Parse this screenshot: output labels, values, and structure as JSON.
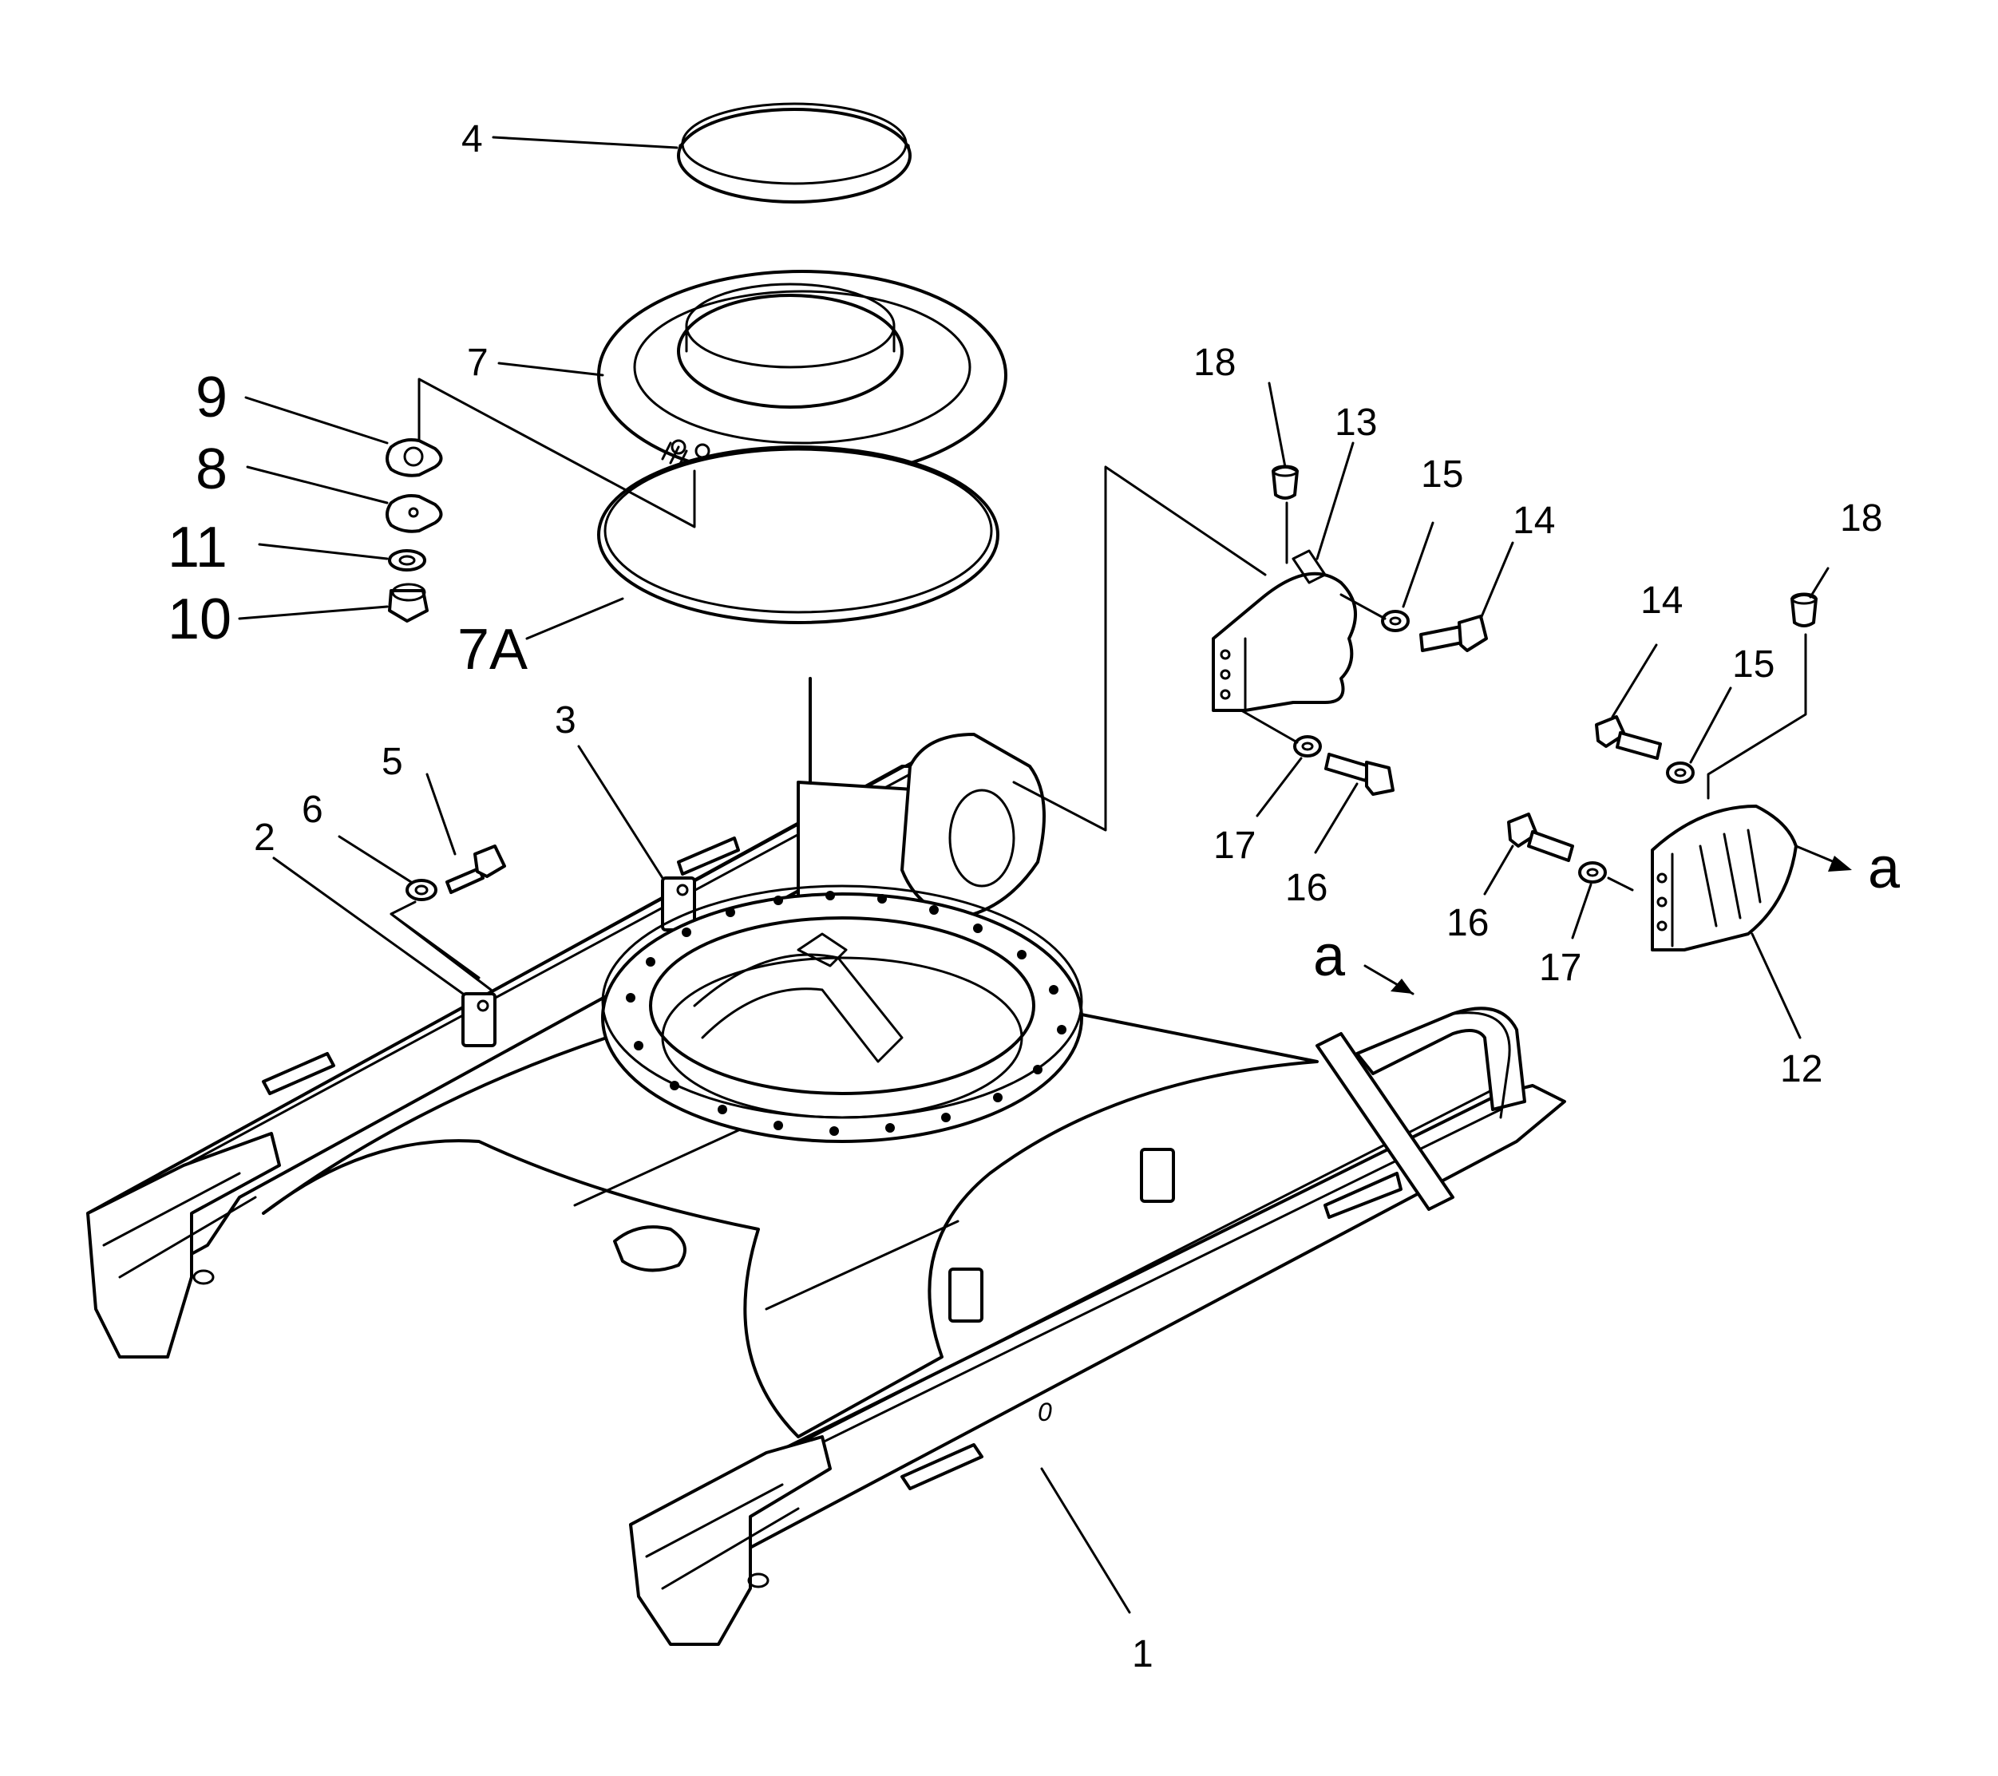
{
  "callouts": {
    "c1": "1",
    "c2": "2",
    "c3": "3",
    "c4": "4",
    "c5": "5",
    "c6": "6",
    "c7": "7",
    "c7a": "7A",
    "c8": "8",
    "c9": "9",
    "c10": "10",
    "c11": "11",
    "c12": "12",
    "c13": "13",
    "c14a": "14",
    "c14b": "14",
    "c15a": "15",
    "c15b": "15",
    "c16a": "16",
    "c16b": "16",
    "c17a": "17",
    "c17b": "17",
    "c18a": "18",
    "c18b": "18"
  },
  "view_markers": {
    "a1": "a",
    "a2": "a"
  }
}
